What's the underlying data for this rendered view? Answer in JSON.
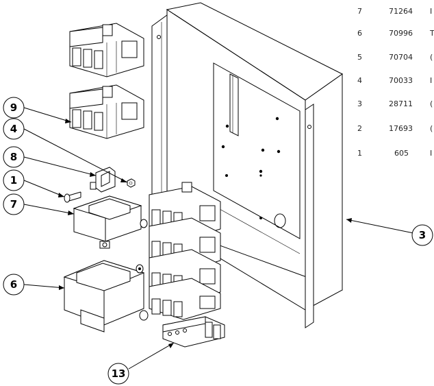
{
  "bom": {
    "rows": [
      {
        "item": "7",
        "part": "71264",
        "extra": "I"
      },
      {
        "item": "6",
        "part": "70996",
        "extra": "T"
      },
      {
        "item": "5",
        "part": "70704",
        "extra": "("
      },
      {
        "item": "4",
        "part": "70033",
        "extra": "I"
      },
      {
        "item": "3",
        "part": "28711",
        "extra": "("
      },
      {
        "item": "2",
        "part": "17693",
        "extra": "("
      },
      {
        "item": "1",
        "part": "605",
        "extra": "I"
      }
    ]
  },
  "callouts": {
    "c9": "9",
    "c4": "4",
    "c8": "8",
    "c1": "1",
    "c7": "7",
    "c6": "6",
    "c3": "3",
    "c13": "13"
  }
}
